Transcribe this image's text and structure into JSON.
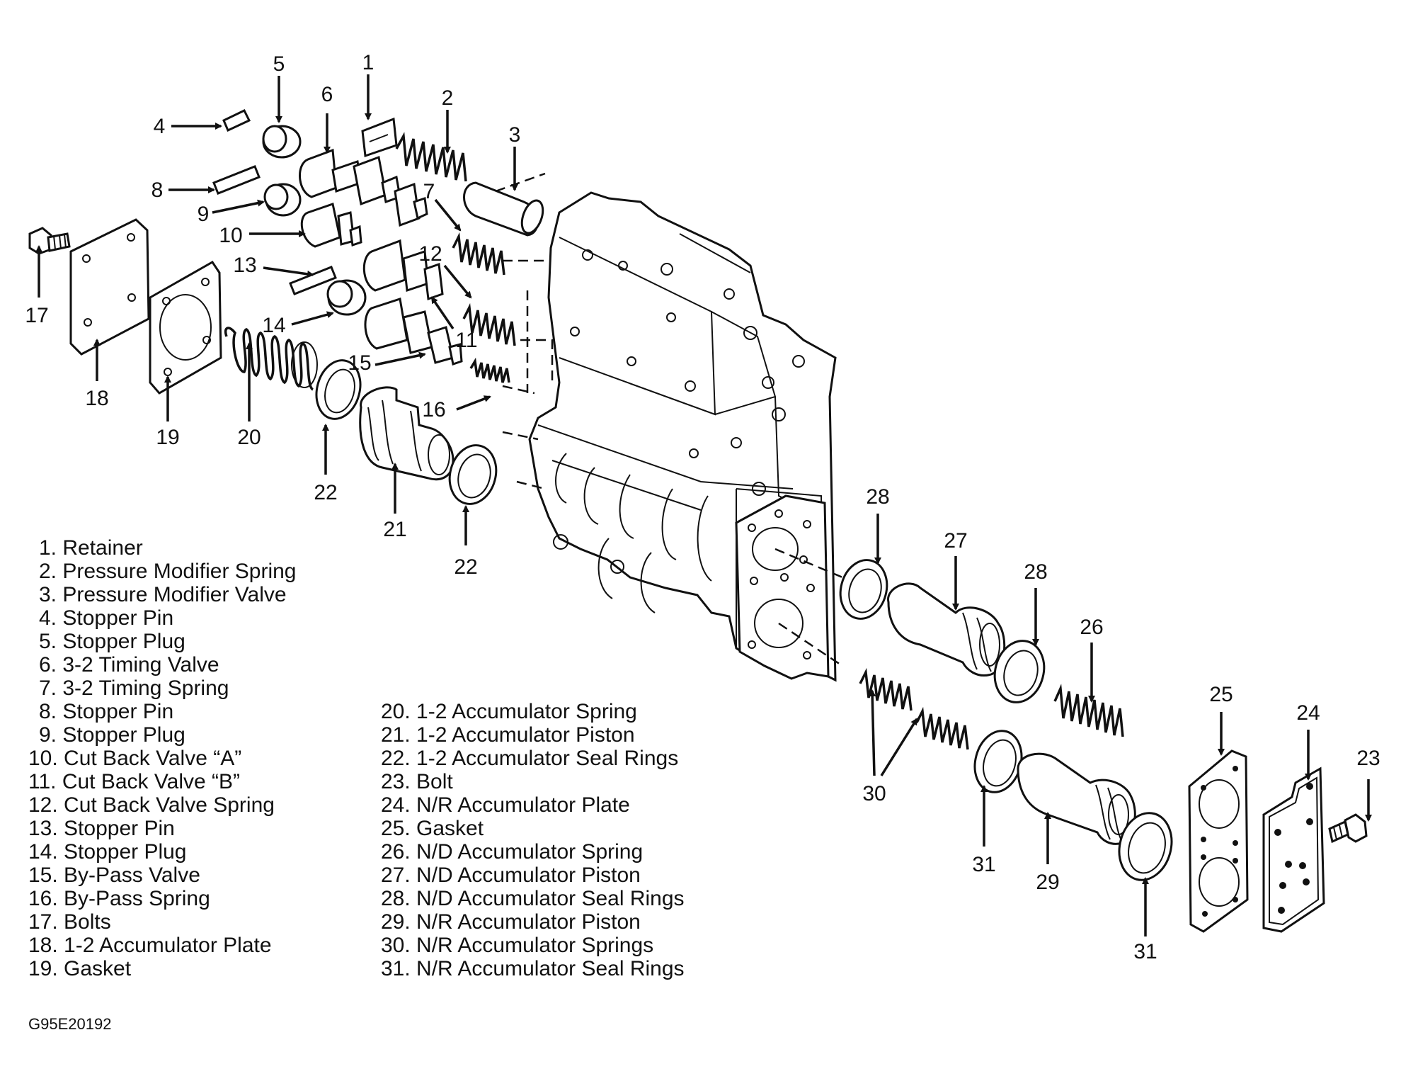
{
  "callouts": [
    "1",
    "2",
    "3",
    "4",
    "5",
    "6",
    "7",
    "8",
    "9",
    "10",
    "11",
    "12",
    "13",
    "14",
    "15",
    "16",
    "17",
    "18",
    "19",
    "20",
    "21",
    "22",
    "22",
    "23",
    "24",
    "25",
    "26",
    "27",
    "28",
    "28",
    "29",
    "30",
    "31",
    "31"
  ],
  "legend_left": [
    "1. Retainer",
    "2. Pressure Modifier Spring",
    "3. Pressure Modifier Valve",
    "4. Stopper Pin",
    "5. Stopper Plug",
    "6. 3-2 Timing Valve",
    "7. 3-2 Timing Spring",
    "8. Stopper Pin",
    "9. Stopper Plug",
    "10. Cut Back Valve “A”",
    "11. Cut Back Valve “B”",
    "12. Cut Back Valve Spring",
    "13. Stopper Pin",
    "14. Stopper Plug",
    "15. By-Pass Valve",
    "16. By-Pass Spring",
    "17. Bolts",
    "18. 1-2 Accumulator Plate",
    "19. Gasket"
  ],
  "legend_right": [
    "20. 1-2 Accumulator Spring",
    "21. 1-2 Accumulator Piston",
    "22. 1-2 Accumulator Seal Rings",
    "23. Bolt",
    "24. N/R Accumulator Plate",
    "25. Gasket",
    "26. N/D Accumulator Spring",
    "27. N/D Accumulator Piston",
    "28. N/D Accumulator Seal Rings",
    "29. N/R Accumulator Piston",
    "30. N/R Accumulator Springs",
    "31. N/R Accumulator Seal Rings"
  ],
  "figure_code": "G95E20192"
}
